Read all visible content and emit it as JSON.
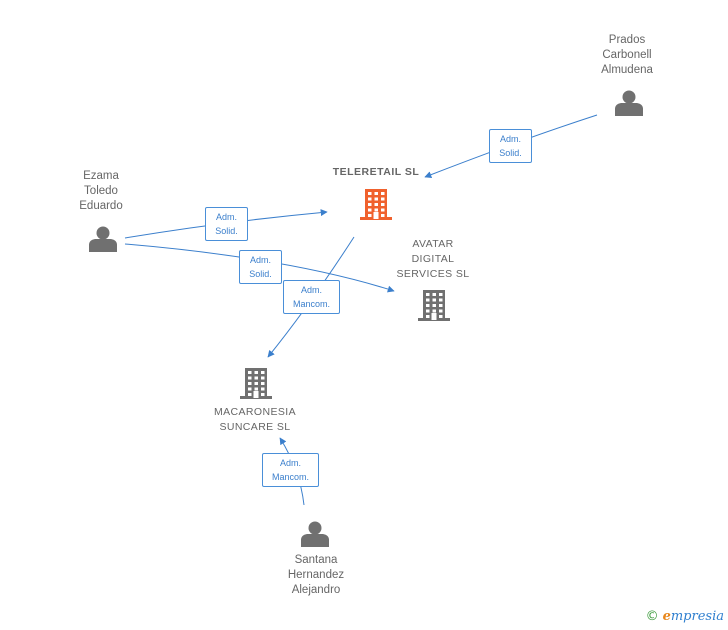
{
  "nodes": {
    "teleretail": {
      "label": "TELERETAIL SL",
      "type": "company",
      "color": "#f0612d"
    },
    "avatar": {
      "label": "AVATAR\nDIGITAL\nSERVICES SL",
      "type": "company",
      "color": "#707070"
    },
    "macaronesia": {
      "label": "MACARONESIA\nSUNCARE SL",
      "type": "company",
      "color": "#707070"
    },
    "prados": {
      "label": "Prados\nCarbonell\nAlmudena",
      "type": "person",
      "color": "#707070"
    },
    "ezama": {
      "label": "Ezama\nToledo\nEduardo",
      "type": "person",
      "color": "#707070"
    },
    "santana": {
      "label": "Santana\nHernandez\nAlejandro",
      "type": "person",
      "color": "#707070"
    }
  },
  "edges": [
    {
      "from": "prados",
      "to": "teleretail",
      "label": "Adm.\nSolid."
    },
    {
      "from": "ezama",
      "to": "teleretail",
      "label": "Adm.\nSolid."
    },
    {
      "from": "ezama",
      "to": "avatar",
      "label": "Adm.\nSolid."
    },
    {
      "from": "teleretail",
      "to": "macaronesia",
      "label": "Adm.\nMancom."
    },
    {
      "from": "santana",
      "to": "macaronesia",
      "label": "Adm.\nMancom."
    }
  ],
  "colors": {
    "edge": "#3b7fcc",
    "accent": "#f0612d",
    "icon": "#707070"
  },
  "brand": {
    "copyright": "©",
    "name_first": "e",
    "name_rest": "mpresia"
  }
}
